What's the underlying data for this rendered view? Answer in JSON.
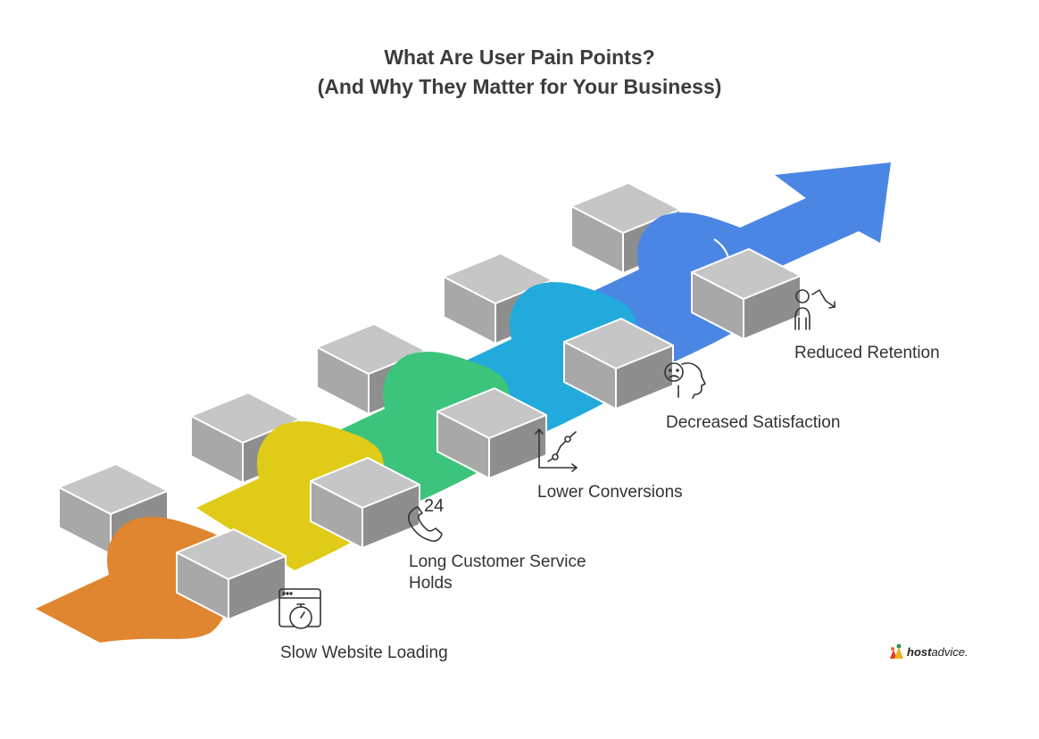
{
  "title": {
    "line1": "What Are User Pain Points?",
    "line2": "(And Why They Matter for Your Business)"
  },
  "steps": [
    {
      "label": "Slow Website Loading",
      "icon": "stopwatch-browser-icon",
      "color": "#e08530"
    },
    {
      "label_line1": "Long Customer Service",
      "label_line2": "Holds",
      "icon": "phone-24-icon",
      "icon_text": "24",
      "color": "#e0cc18"
    },
    {
      "label": "Lower Conversions",
      "icon": "line-chart-icon",
      "color": "#3cc47c"
    },
    {
      "label": "Decreased Satisfaction",
      "icon": "sad-face-head-icon",
      "color": "#22aadc"
    },
    {
      "label": "Reduced Retention",
      "icon": "user-decline-icon",
      "color": "#4b86e4"
    }
  ],
  "arrow_color": "#4b86e4",
  "block_color": "#a6a6a6",
  "logo": {
    "bold": "host",
    "rest": "advice."
  }
}
